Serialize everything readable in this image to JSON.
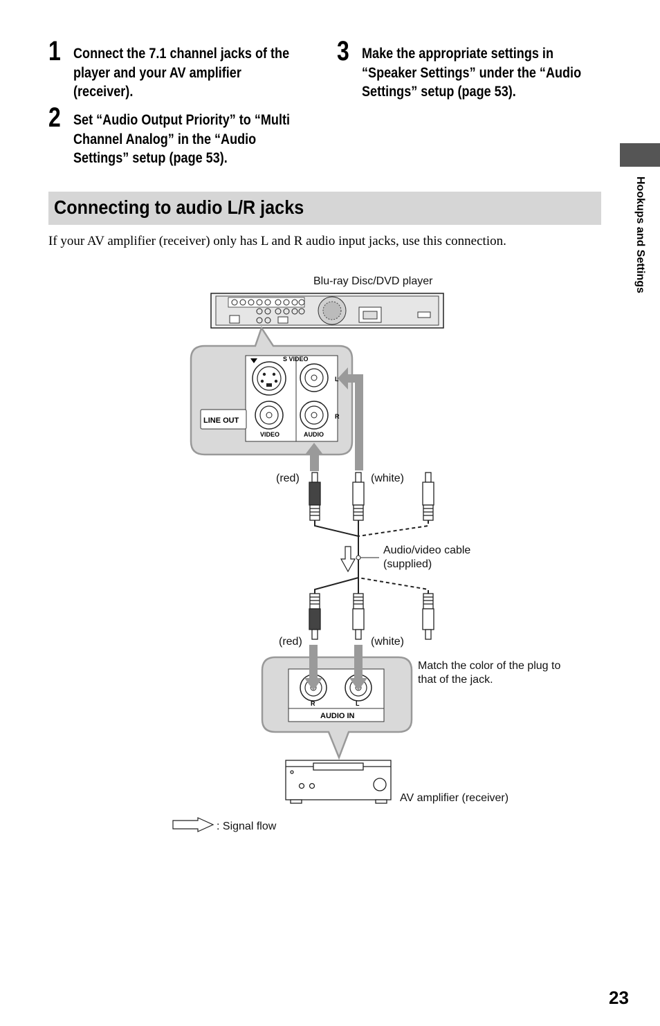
{
  "steps": [
    {
      "number": "1",
      "text_lines": [
        "Connect the 7.1 channel jacks of the",
        "player and your AV amplifier",
        "(receiver)."
      ]
    },
    {
      "number": "2",
      "text_lines": [
        "Set “Audio Output Priority” to “Multi",
        "Channel Analog” in the “Audio",
        "Settings” setup (page 53)."
      ]
    },
    {
      "number": "3",
      "text_lines": [
        "Make the appropriate settings in",
        "“Speaker Settings” under the “Audio",
        "Settings” setup (page 53)."
      ]
    }
  ],
  "section": {
    "title": "Connecting to audio L/R jacks",
    "intro": "If your AV amplifier (receiver) only has L and R audio input jacks, use this connection."
  },
  "side_tab_label": "Hookups and Settings",
  "page_number": "23",
  "diagram": {
    "player_label": "Blu-ray Disc/DVD player",
    "line_out_label": "LINE OUT",
    "s_video_label": "S VIDEO",
    "video_label": "VIDEO",
    "audio_label": "AUDIO",
    "jack_l": "L",
    "jack_r": "R",
    "red_label": "(red)",
    "white_label": "(white)",
    "cable_label_line1": "Audio/video cable",
    "cable_label_line2": "(supplied)",
    "match_line1": "Match the color of the plug to",
    "match_line2": "that of the jack.",
    "audio_in_label": "AUDIO IN",
    "amp_label": "AV amplifier (receiver)",
    "signal_flow_label": ": Signal flow",
    "colors": {
      "callout_bg": "#d9d9d9",
      "arrow_gray": "#9a9a9a",
      "line": "#222222"
    }
  }
}
